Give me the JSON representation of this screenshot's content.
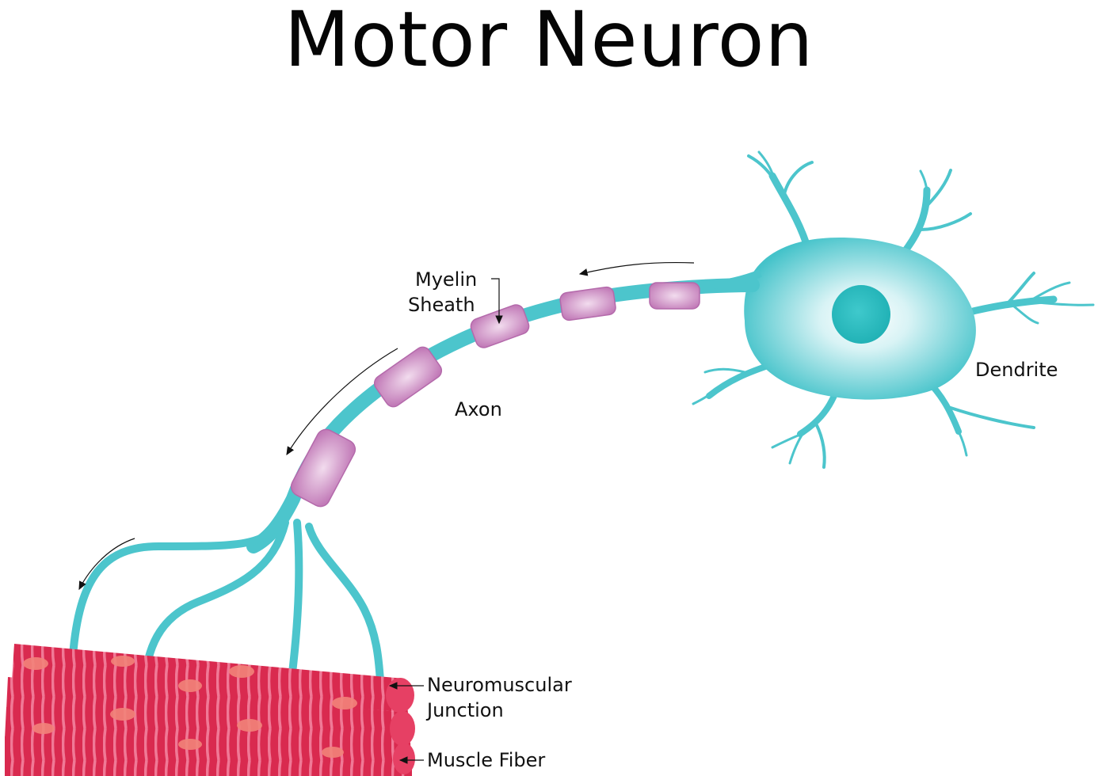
{
  "title": "Motor Neuron",
  "labels": {
    "myelin_sheath_line1": "Myelin",
    "myelin_sheath_line2": "Sheath",
    "axon": "Axon",
    "dendrite": "Dendrite",
    "neuromuscular_line1": "Neuromuscular",
    "neuromuscular_line2": "Junction",
    "muscle_fiber": "Muscle Fiber"
  },
  "colors": {
    "neuron": "#4cc5cc",
    "nucleus": "#27b9bd",
    "myelin": "#c97fbf",
    "muscle": "#e3345a",
    "muscle_stripe": "#f06a8c",
    "text": "#111111"
  }
}
